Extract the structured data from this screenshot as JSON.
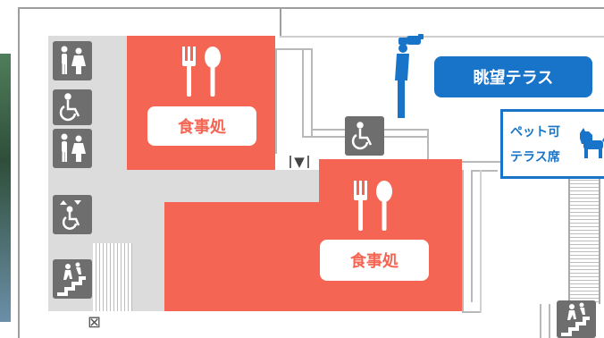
{
  "colors": {
    "restaurant": "#f46553",
    "icon_gray": "#6e6e6e",
    "brand_blue": "#1874c8",
    "floor_gray": "#dcdcdc"
  },
  "rooms": [
    {
      "label": "食事処",
      "icon": "fork-spoon-icon"
    },
    {
      "label": "食事処",
      "icon": "fork-spoon-icon"
    }
  ],
  "terrace": {
    "label": "眺望テラス",
    "icon": "binoculars-person-icon"
  },
  "pet_terrace": {
    "line1": "ペット可",
    "line2": "テラス席",
    "icon": "dog-icon"
  },
  "facility_icons": [
    "restroom-babycare-icon",
    "accessible-toilet-icon",
    "restroom-babycare-icon",
    "accessible-elevator-icon",
    "stairs-icon",
    "accessible-toilet-icon",
    "stairs-icon"
  ],
  "markers": {
    "down_arrow": "▼",
    "cross_box": "⊠"
  }
}
